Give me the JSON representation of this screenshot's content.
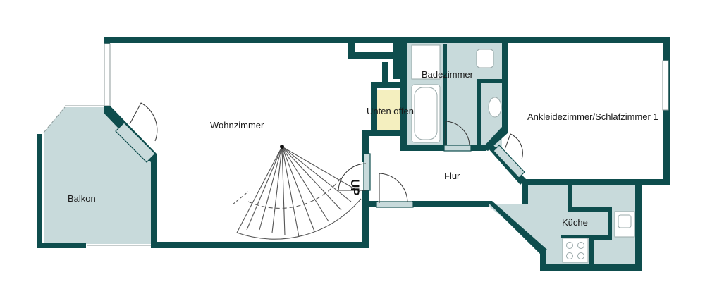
{
  "rooms": {
    "wohnzimmer": "Wohnzimmer",
    "balkon": "Balkon",
    "badezimmer": "Badezimmer",
    "unten_offen": "Unten offen",
    "ankleidezimmer": "Ankleidezimmer/Schlafzimmer 1",
    "flur": "Flur",
    "kueche": "Küche",
    "stair_up": "UP"
  },
  "colors": {
    "wall": "#0e4d4d",
    "tiled_floor": "#c8dadb",
    "open_below": "#f4efbf",
    "background": "#ffffff"
  }
}
